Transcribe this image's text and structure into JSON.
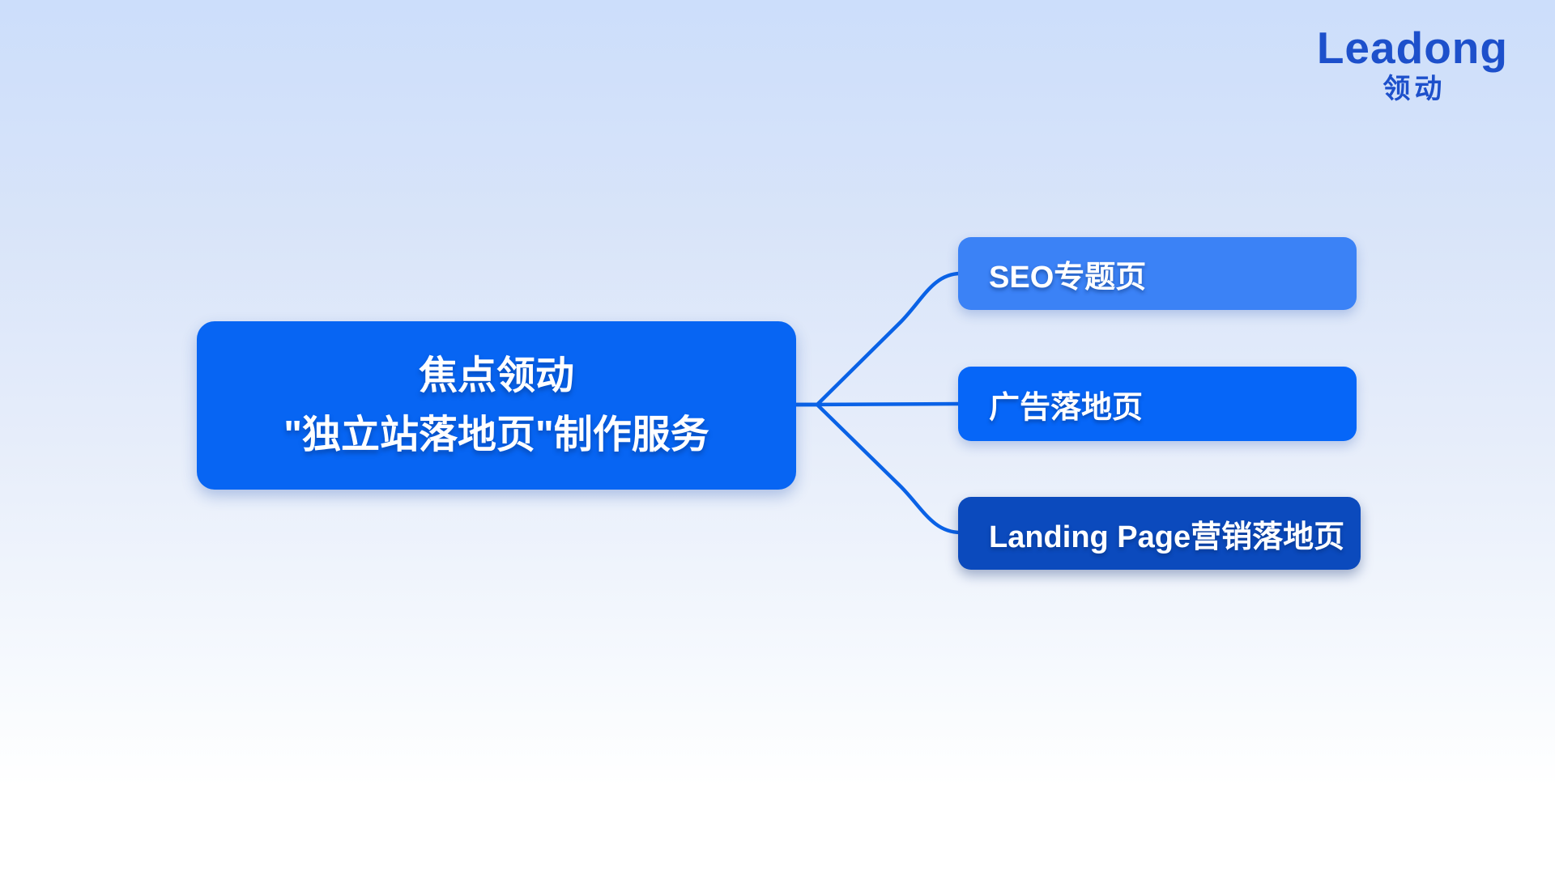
{
  "page": {
    "background_top_color": "#CCDEFB",
    "background_bottom_color": "#FFFFFF"
  },
  "logo": {
    "wordmark": "Leadong",
    "subtext": "领动",
    "color": "#1D50CB"
  },
  "diagram": {
    "connector_color": "#0A62E6",
    "root": {
      "label_line1": "焦点领动",
      "label_line2": "\"独立站落地页\"制作服务",
      "color": "#0765F3",
      "text_color": "#FFFFFF"
    },
    "children": [
      {
        "label": "SEO专题页",
        "color": "#3B82F6"
      },
      {
        "label": "广告落地页",
        "color": "#0666F8"
      },
      {
        "label": "Landing Page营销落地页",
        "color": "#0B4ABD"
      }
    ]
  }
}
